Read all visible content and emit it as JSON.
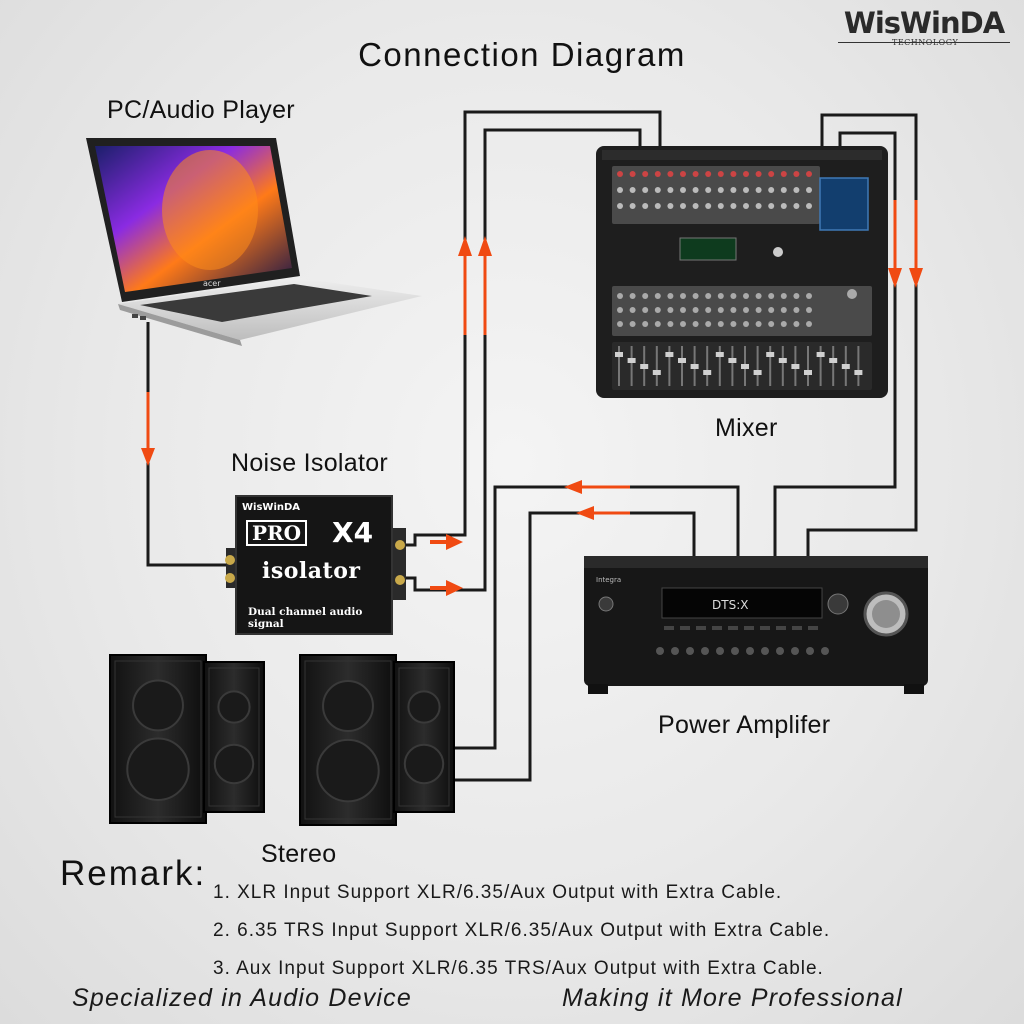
{
  "brand": {
    "name": "WisWinDA",
    "tagline": "TECHNOLOGY"
  },
  "title": "Connection Diagram",
  "devices": {
    "pc": {
      "label": "PC/Audio Player",
      "screen_logo": "acer"
    },
    "isolator": {
      "label": "Noise Isolator",
      "brand": "WisWinDA",
      "pro": "PRO",
      "model": "X4",
      "name": "isolator",
      "subtitle": "Dual channel audio signal"
    },
    "mixer": {
      "label": "Mixer"
    },
    "amplifier": {
      "label": "Power Amplifer",
      "display": "DTS:X",
      "brand": "Integra"
    },
    "speakers": {
      "label": "Stereo"
    }
  },
  "remark": {
    "heading": "Remark:",
    "items": [
      "1. XLR Input Support XLR/6.35/Aux Output with Extra Cable.",
      "2. 6.35 TRS Input Support XLR/6.35/Aux Output with Extra Cable.",
      "3. Aux Input Support XLR/6.35 TRS/Aux Output with Extra Cable."
    ]
  },
  "footer": {
    "left": "Specialized in Audio Device",
    "right": "Making it More Professional"
  },
  "colors": {
    "arrow": "#f04a12",
    "wire": "#1a1a1a",
    "device": "#1c1c1c"
  }
}
